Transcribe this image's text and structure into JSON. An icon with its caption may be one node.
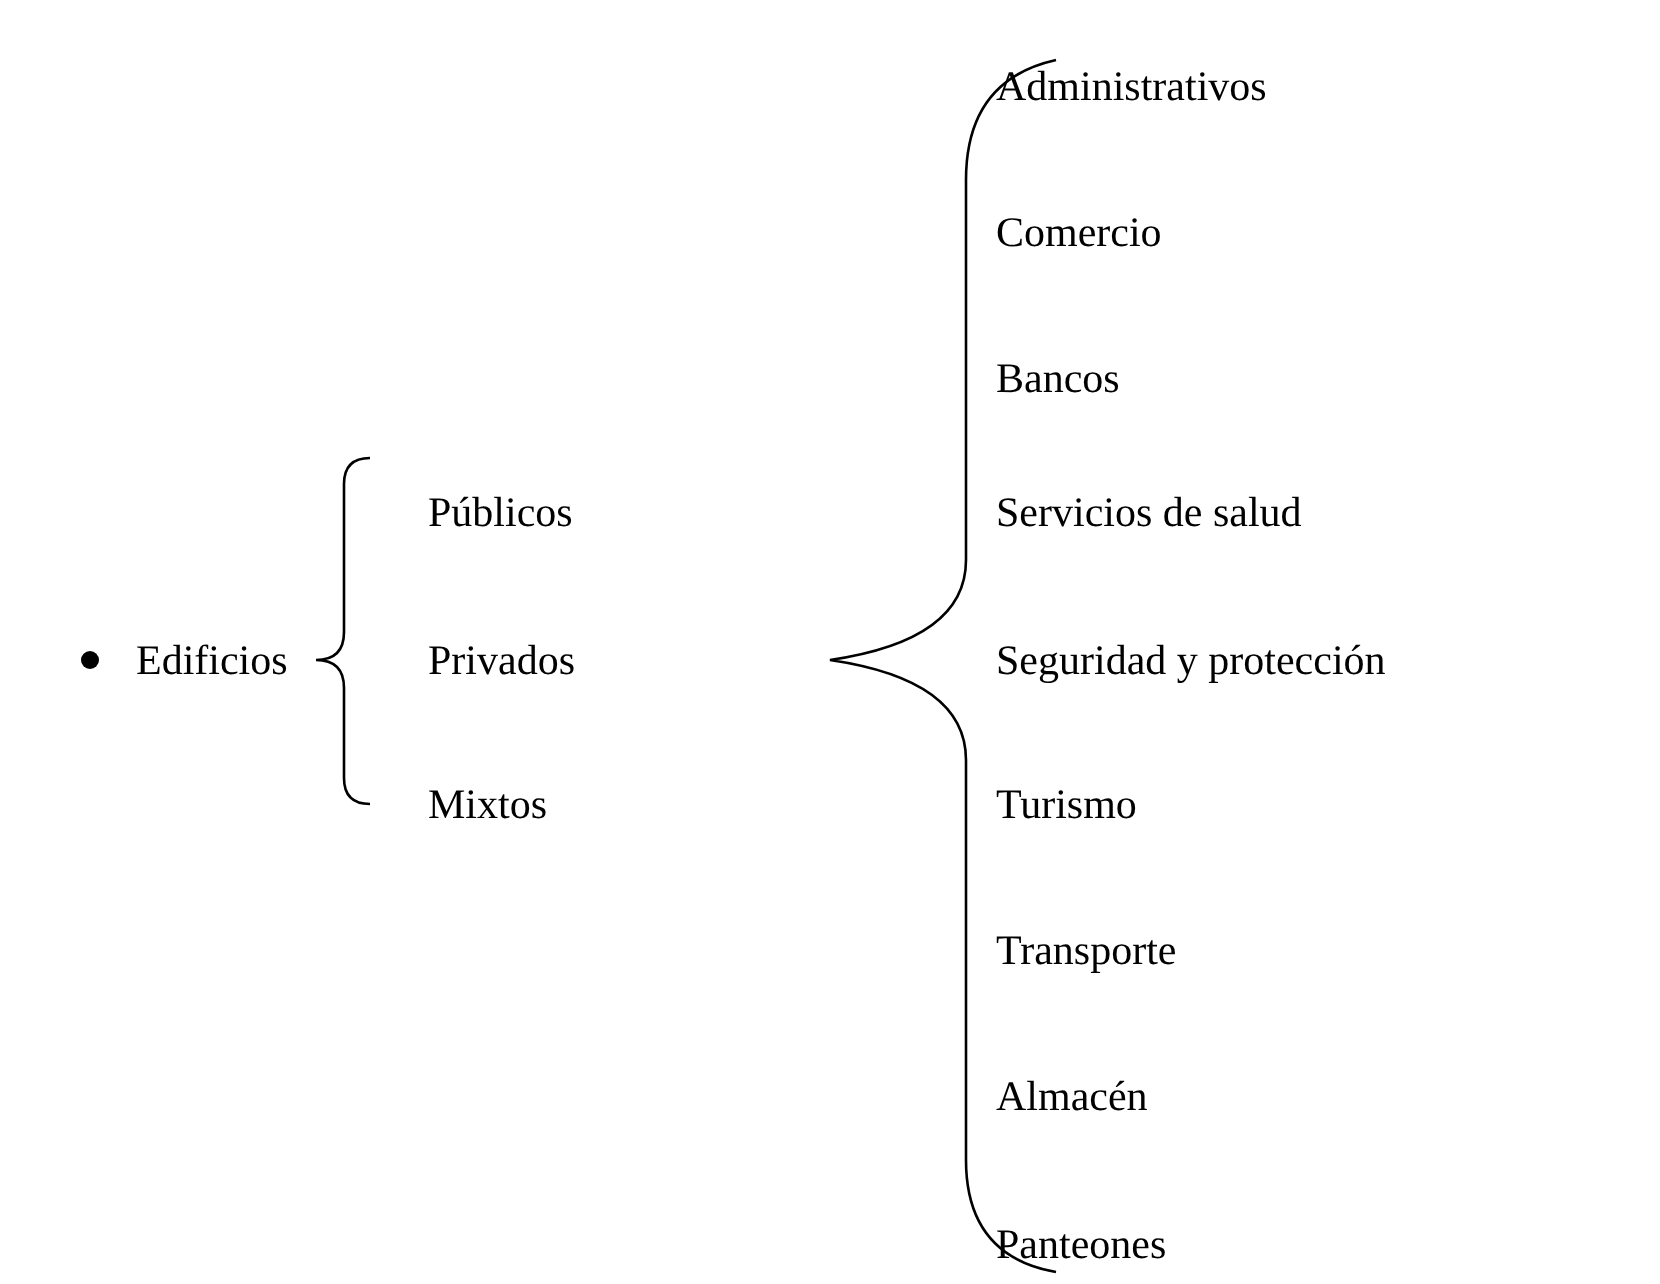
{
  "diagram": {
    "labels": [
      "Edificios",
      "Públicos",
      "Privados",
      "Mixtos",
      "Administrativos",
      "Comercio",
      "Bancos",
      "Servicios de salud",
      "Seguridad y protección",
      "Turismo",
      "Transporte",
      "Almacén",
      "Panteones"
    ]
  }
}
